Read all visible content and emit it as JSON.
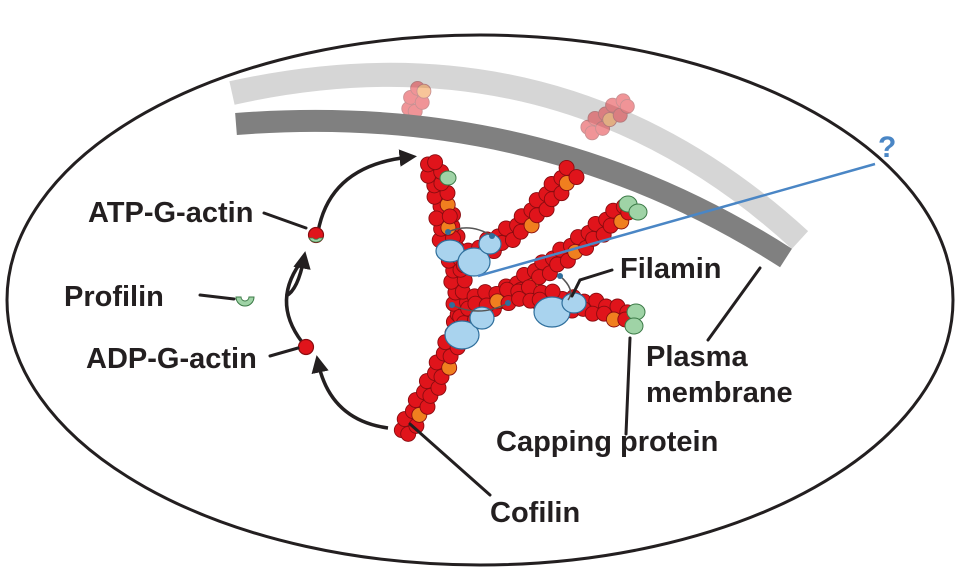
{
  "labels": {
    "atp_g_actin": "ATP-G-actin",
    "profilin": "Profilin",
    "adp_g_actin": "ADP-G-actin",
    "filamin": "Filamin",
    "plasma_membrane_line1": "Plasma",
    "plasma_membrane_line2": "membrane",
    "capping_protein": "Capping protein",
    "cofilin": "Cofilin",
    "question_mark": "?"
  },
  "colors": {
    "actin_subunit": "#e0141b",
    "actin_subunit_alt": "#f07f1f",
    "actin_outline": "#8a0c10",
    "arp_complex": "#a9d3ee",
    "capping_protein": "#9fd3a6",
    "membrane": "#808080",
    "membrane_faded": "#d6d6d6",
    "pointer_line": "#4a86c5",
    "question_mark": "#4a86c5",
    "text": "#231f20"
  },
  "icons": {
    "profilin": "profilin-cup-icon",
    "g_actin": "g-actin-bead-icon"
  }
}
